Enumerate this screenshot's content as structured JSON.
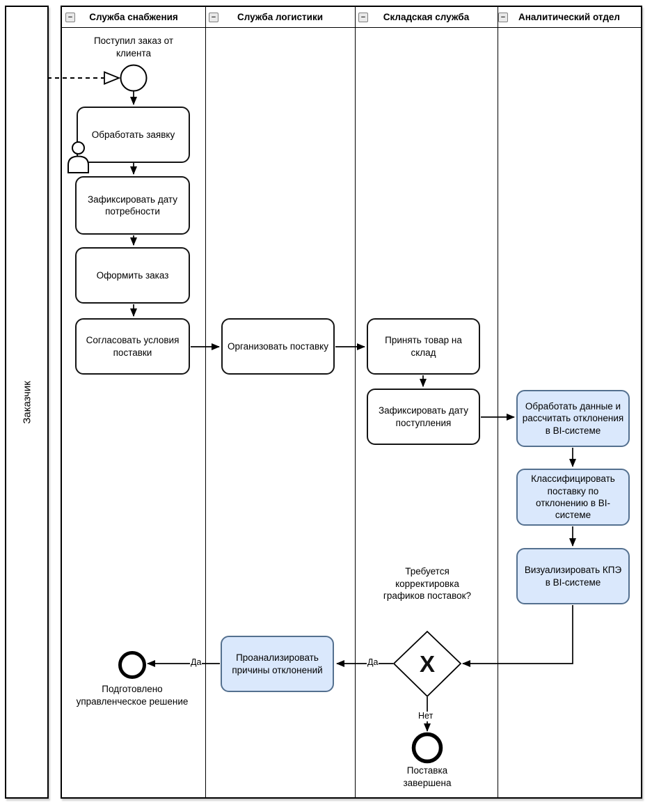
{
  "customer_lane": {
    "label": "Заказчик"
  },
  "lanes": [
    {
      "label": "Служба снабжения"
    },
    {
      "label": "Служба логистики"
    },
    {
      "label": "Складская служба"
    },
    {
      "label": "Аналитический отдел"
    }
  ],
  "icons": {
    "lane_collapse_symbol": "−"
  },
  "events": {
    "start": {
      "label": "Поступил заказ от клиента"
    },
    "end_decision": {
      "label": "Подготовлено управленческое решение"
    },
    "end_delivery": {
      "label": "Поставка завершена"
    }
  },
  "tasks": {
    "process_request": {
      "label": "Обработать заявку"
    },
    "fix_need_date": {
      "label": "Зафиксировать дату потребности"
    },
    "place_order": {
      "label": "Оформить заказ"
    },
    "agree_terms": {
      "label": "Согласовать условия поставки"
    },
    "organize_delivery": {
      "label": "Организовать поставку"
    },
    "receive_goods": {
      "label": "Принять товар на склад"
    },
    "fix_receipt_date": {
      "label": "Зафиксировать дату поступления"
    },
    "process_data_bi": {
      "label": "Обработать данные и рассчитать отклонения в BI-системе"
    },
    "classify_delivery_bi": {
      "label": "Классифицировать поставку по отклонению в BI-системе"
    },
    "visualize_kpi_bi": {
      "label": "Визуализировать КПЭ в BI-системе"
    },
    "analyze_causes": {
      "label": "Проанализировать причины отклонений"
    }
  },
  "gateway": {
    "question": "Требуется корректировка графиков поставок?",
    "symbol": "X"
  },
  "flow_labels": {
    "gateway_yes": "Да",
    "to_end_yes": "Да",
    "gateway_no": "Нет"
  },
  "colors": {
    "bi_task_fill": "#dae8fc",
    "bi_task_border": "#54708f",
    "shape_border": "#000000"
  }
}
